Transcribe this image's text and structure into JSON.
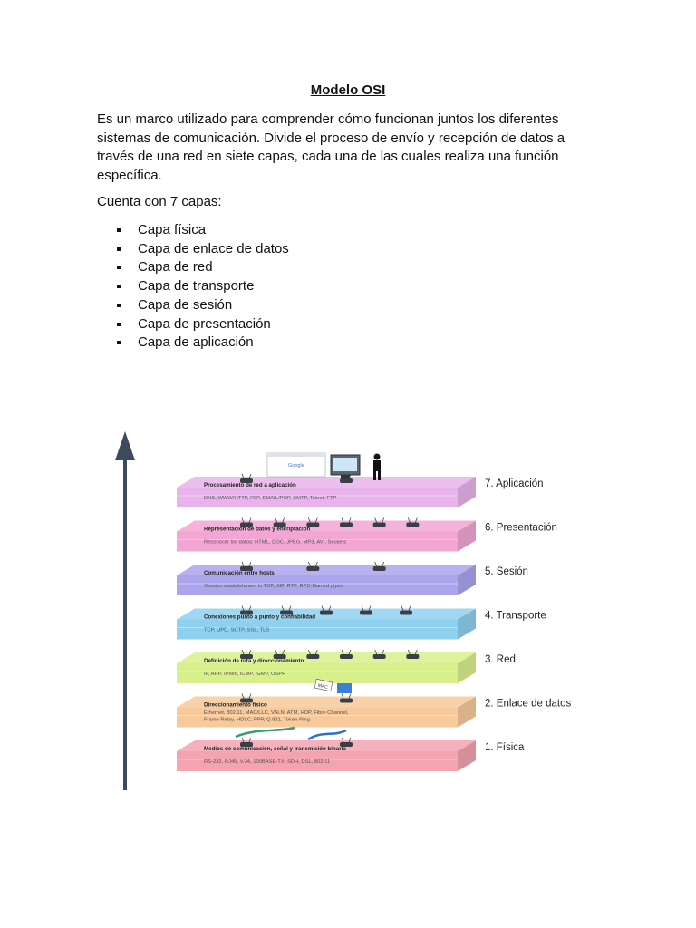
{
  "document": {
    "title": "Modelo OSI",
    "intro": "Es un marco utilizado para comprender cómo funcionan juntos los diferentes sistemas de comunicación. Divide el proceso de envío y recepción de datos a través de una red en siete capas, cada una de las cuales realiza una función específica.",
    "count_label": "Cuenta con 7 capas:",
    "layers_list": [
      "Capa física",
      "Capa de enlace de datos",
      "Capa de red",
      "Capa de transporte",
      "Capa de sesión",
      "Capa de presentación",
      "Capa de aplicación"
    ]
  },
  "diagram": {
    "layers": [
      {
        "label": "7. Aplicación",
        "heading": "Procesamiento de red a aplicación",
        "protocols": "DNS, WWW/HTTP, P2P, EMAIL/POP, SMTP, Telnet, FTP",
        "color": "#e7b3ea"
      },
      {
        "label": "6. Presentación",
        "heading": "Representación de datos y encriptación",
        "protocols": "Reconocer los datos: HTML, DOC, JPEG, MP3, AVI, Sockets",
        "color": "#f3a6d4"
      },
      {
        "label": "5. Sesión",
        "heading": "Comunicación entre hosts",
        "protocols": "Session establishment in TCP, SIP, RTP, RPC-Named pipes",
        "color": "#aaa5ec"
      },
      {
        "label": "4. Transporte",
        "heading": "Conexiones punto a punto y confiabilidad",
        "protocols": "TCP, UPD, SCTP, SSL, TLS",
        "color": "#8fd0f0"
      },
      {
        "label": "3. Red",
        "heading": "Definición de ruta y direccionamiento",
        "protocols": "IP, ARP, IPsec, ICMP, IGMP, OSPF",
        "color": "#d8f08c"
      },
      {
        "label": "2. Enlace de datos",
        "heading": "Direccionamiento físico",
        "protocols": "Ethernet, 802.11, MAC/LLC, VALN, ATM, HDP, Fibre Channel,",
        "protocols_2": "Frame Relay, HDLC, PPP, Q.921, Token Ring",
        "color": "#f8c99b"
      },
      {
        "label": "1. Física",
        "heading": "Medios de comunicación, señal y transmisión binaria",
        "protocols": "RS-232, RJ45, V.34, 100BASE-TX, SDH, DSL, 802.11",
        "color": "#f4a3b0"
      }
    ],
    "badges": {
      "search": "Google",
      "mac": "MAC"
    },
    "arrow_color": "#3b4a5c"
  }
}
